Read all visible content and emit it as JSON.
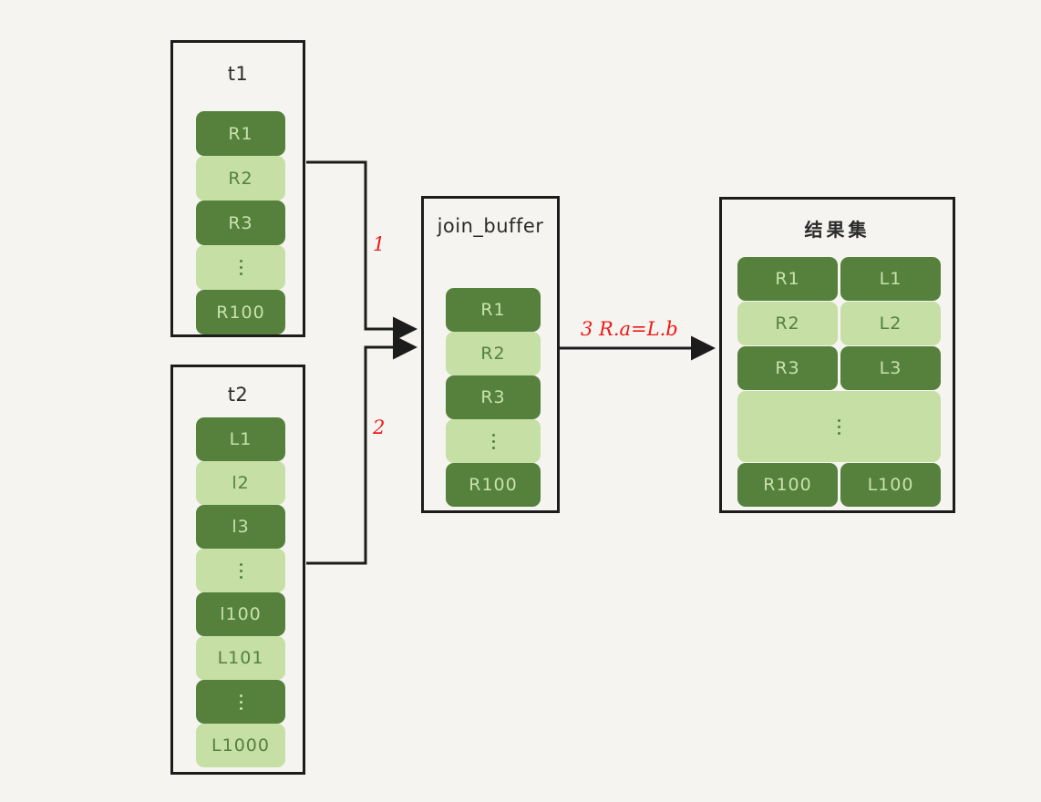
{
  "canvas": {
    "background": "#f5f4f0",
    "ink": "#1c1c1c",
    "dark_green": "#55813c",
    "light_green": "#c5dfa4",
    "annotation_red": "#f01818"
  },
  "boxes": {
    "t1": {
      "title": "t1",
      "cells": [
        {
          "label": "R1",
          "tone": "dark"
        },
        {
          "label": "R2",
          "tone": "light"
        },
        {
          "label": "R3",
          "tone": "dark"
        },
        {
          "label": "⋮",
          "tone": "light",
          "is_ellipsis": true
        },
        {
          "label": "R100",
          "tone": "dark"
        }
      ]
    },
    "t2": {
      "title": "t2",
      "cells": [
        {
          "label": "L1",
          "tone": "dark"
        },
        {
          "label": "l2",
          "tone": "light"
        },
        {
          "label": "l3",
          "tone": "dark"
        },
        {
          "label": "⋮",
          "tone": "light",
          "is_ellipsis": true
        },
        {
          "label": "l100",
          "tone": "dark"
        },
        {
          "label": "L101",
          "tone": "light"
        },
        {
          "label": "⋮",
          "tone": "dark",
          "is_ellipsis": true
        },
        {
          "label": "L1000",
          "tone": "light"
        }
      ]
    },
    "join_buffer": {
      "title": "join_buffer",
      "cells": [
        {
          "label": "R1",
          "tone": "dark"
        },
        {
          "label": "R2",
          "tone": "light"
        },
        {
          "label": "R3",
          "tone": "dark"
        },
        {
          "label": "⋮",
          "tone": "light",
          "is_ellipsis": true
        },
        {
          "label": "R100",
          "tone": "dark"
        }
      ]
    },
    "result_set": {
      "title": "结果集",
      "rows": [
        {
          "left": "R1",
          "right": "L1",
          "tone": "dark",
          "merged": false
        },
        {
          "left": "R2",
          "right": "L2",
          "tone": "light",
          "merged": false
        },
        {
          "left": "R3",
          "right": "L3",
          "tone": "dark",
          "merged": false
        },
        {
          "left": "⋮",
          "right": "",
          "tone": "light",
          "merged": true,
          "is_ellipsis": true
        },
        {
          "left": "R100",
          "right": "L100",
          "tone": "dark",
          "merged": false
        }
      ]
    }
  },
  "annotations": {
    "step1": "1",
    "step2": "2",
    "step3": "3  R.a=L.b"
  }
}
